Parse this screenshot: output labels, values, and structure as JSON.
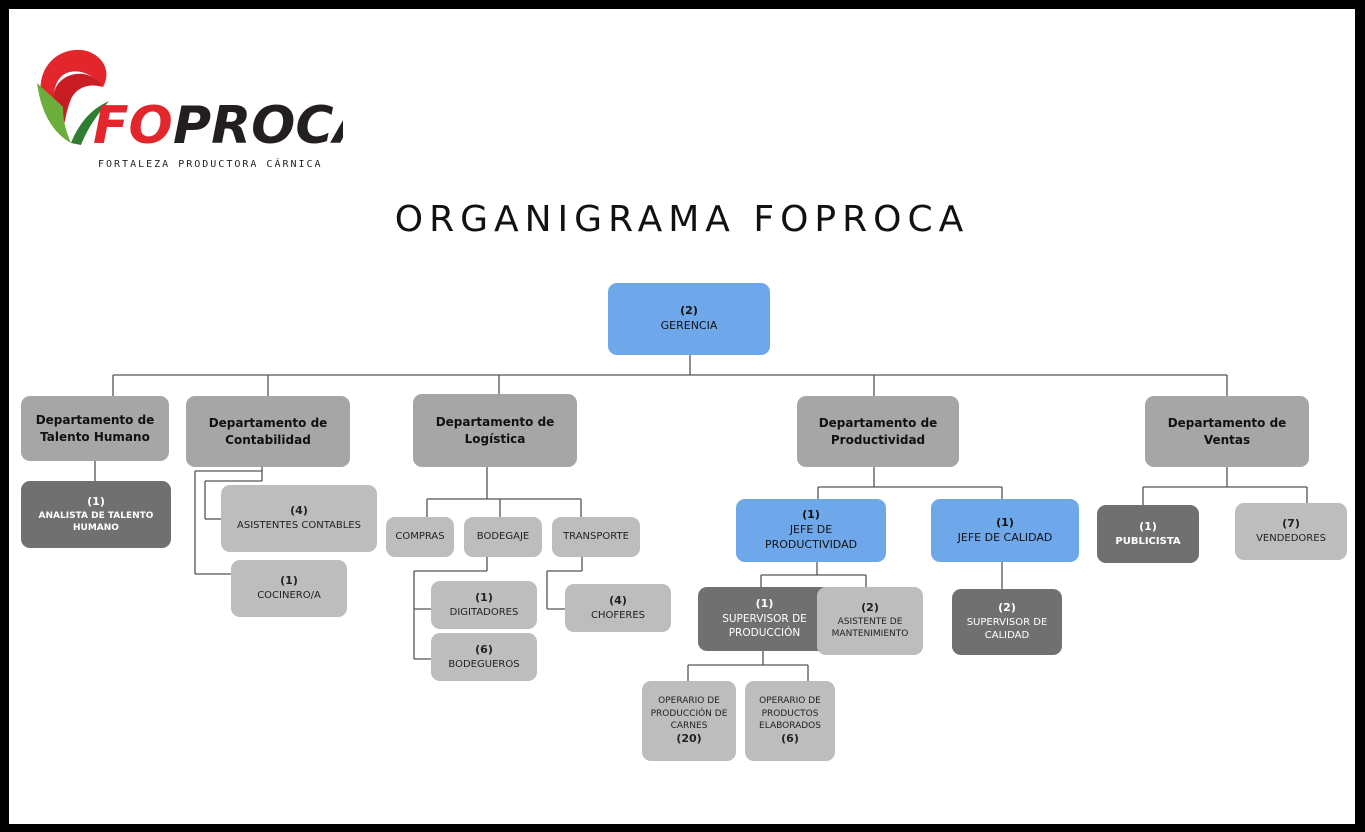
{
  "logo": {
    "name": "FOPROCA",
    "tagline": "FORTALEZA PRODUCTORA CÁRNICA"
  },
  "title": "ORGANIGRAMA FOPROCA",
  "nodes": {
    "gerencia": {
      "count": "(2)",
      "label": "GERENCIA"
    },
    "dept_talento": "Departamento de Talento Humano",
    "dept_contabilidad": "Departamento de Contabilidad",
    "dept_logistica": "Departamento de Logística",
    "dept_productividad": "Departamento de Productividad",
    "dept_ventas": "Departamento de Ventas",
    "analista": {
      "count": "(1)",
      "label": "ANALISTA DE TALENTO HUMANO"
    },
    "asistentes_contables": {
      "count": "(4)",
      "label": "ASISTENTES CONTABLES"
    },
    "cocinero": {
      "count": "(1)",
      "label": "COCINERO/A"
    },
    "compras": "COMPRAS",
    "bodegaje": "BODEGAJE",
    "transporte": "TRANSPORTE",
    "digitadores": {
      "count": "(1)",
      "label": "DIGITADORES"
    },
    "bodegueros": {
      "count": "(6)",
      "label": "BODEGUEROS"
    },
    "choferes": {
      "count": "(4)",
      "label": "CHOFERES"
    },
    "jefe_productividad": {
      "count": "(1)",
      "label": "JEFE DE PRODUCTIVIDAD"
    },
    "jefe_calidad": {
      "count": "(1)",
      "label": "JEFE DE CALIDAD"
    },
    "supervisor_produccion": {
      "count": "(1)",
      "label": "SUPERVISOR DE PRODUCCIÓN"
    },
    "asistente_mantenimiento": {
      "count": "(2)",
      "label": "ASISTENTE DE MANTENIMIENTO"
    },
    "supervisor_calidad": {
      "count": "(2)",
      "label": "SUPERVISOR DE CALIDAD"
    },
    "operario_carnes": {
      "label": "OPERARIO DE PRODUCCIÓN DE CARNES",
      "count": "(20)"
    },
    "operario_elaborados": {
      "label": "OPERARIO DE PRODUCTOS ELABORADOS",
      "count": "(6)"
    },
    "publicista": {
      "count": "(1)",
      "label": "PUBLICISTA"
    },
    "vendedores": {
      "count": "(7)",
      "label": "VENDEDORES"
    }
  }
}
